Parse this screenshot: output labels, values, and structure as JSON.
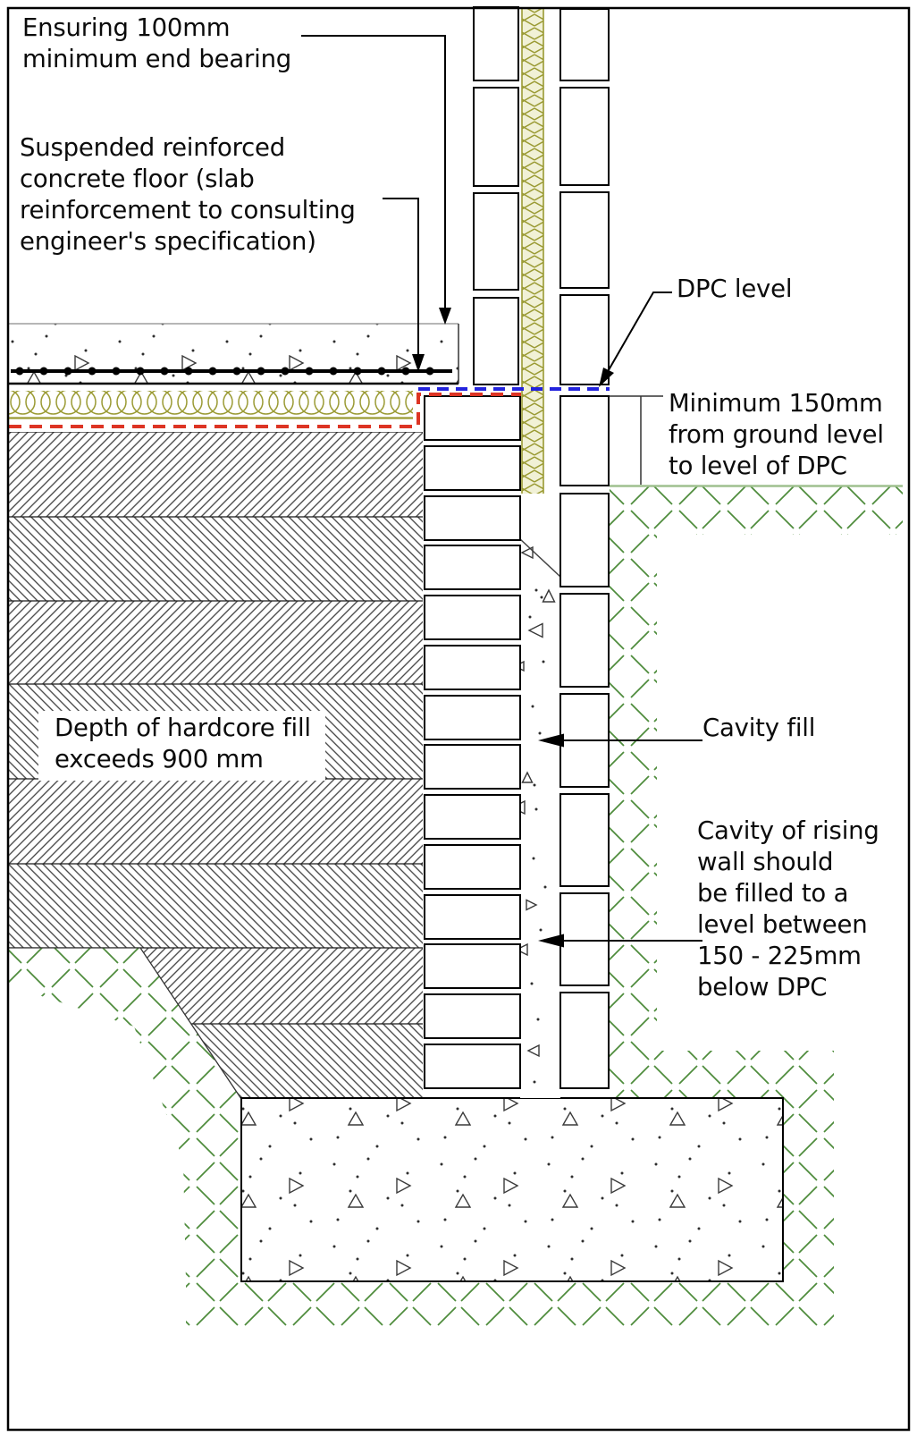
{
  "annotations": {
    "end_bearing": "Ensuring 100mm\nminimum end bearing",
    "suspended_floor": "Suspended reinforced\nconcrete floor (slab\nreinforcement to consulting\nengineer's specification)",
    "dpc_level": "DPC level",
    "min_ground_to_dpc": "Minimum 150mm\nfrom ground level\nto  level of DPC",
    "hardcore_depth": "Depth of hardcore fill\nexceeds 900 mm",
    "cavity_fill": "Cavity fill",
    "cavity_rising_wall": "Cavity of rising\nwall should\nbe filled to a\nlevel between\n150 - 225mm\nbelow DPC"
  },
  "colors": {
    "dpc_blue": "#2323dd",
    "dpm_red": "#dd3424",
    "insulation_olive": "#9a9a33",
    "earth_green": "#4e8c3c",
    "hatch_gray": "#3f3f3f",
    "ink": "#0b0b0b"
  }
}
